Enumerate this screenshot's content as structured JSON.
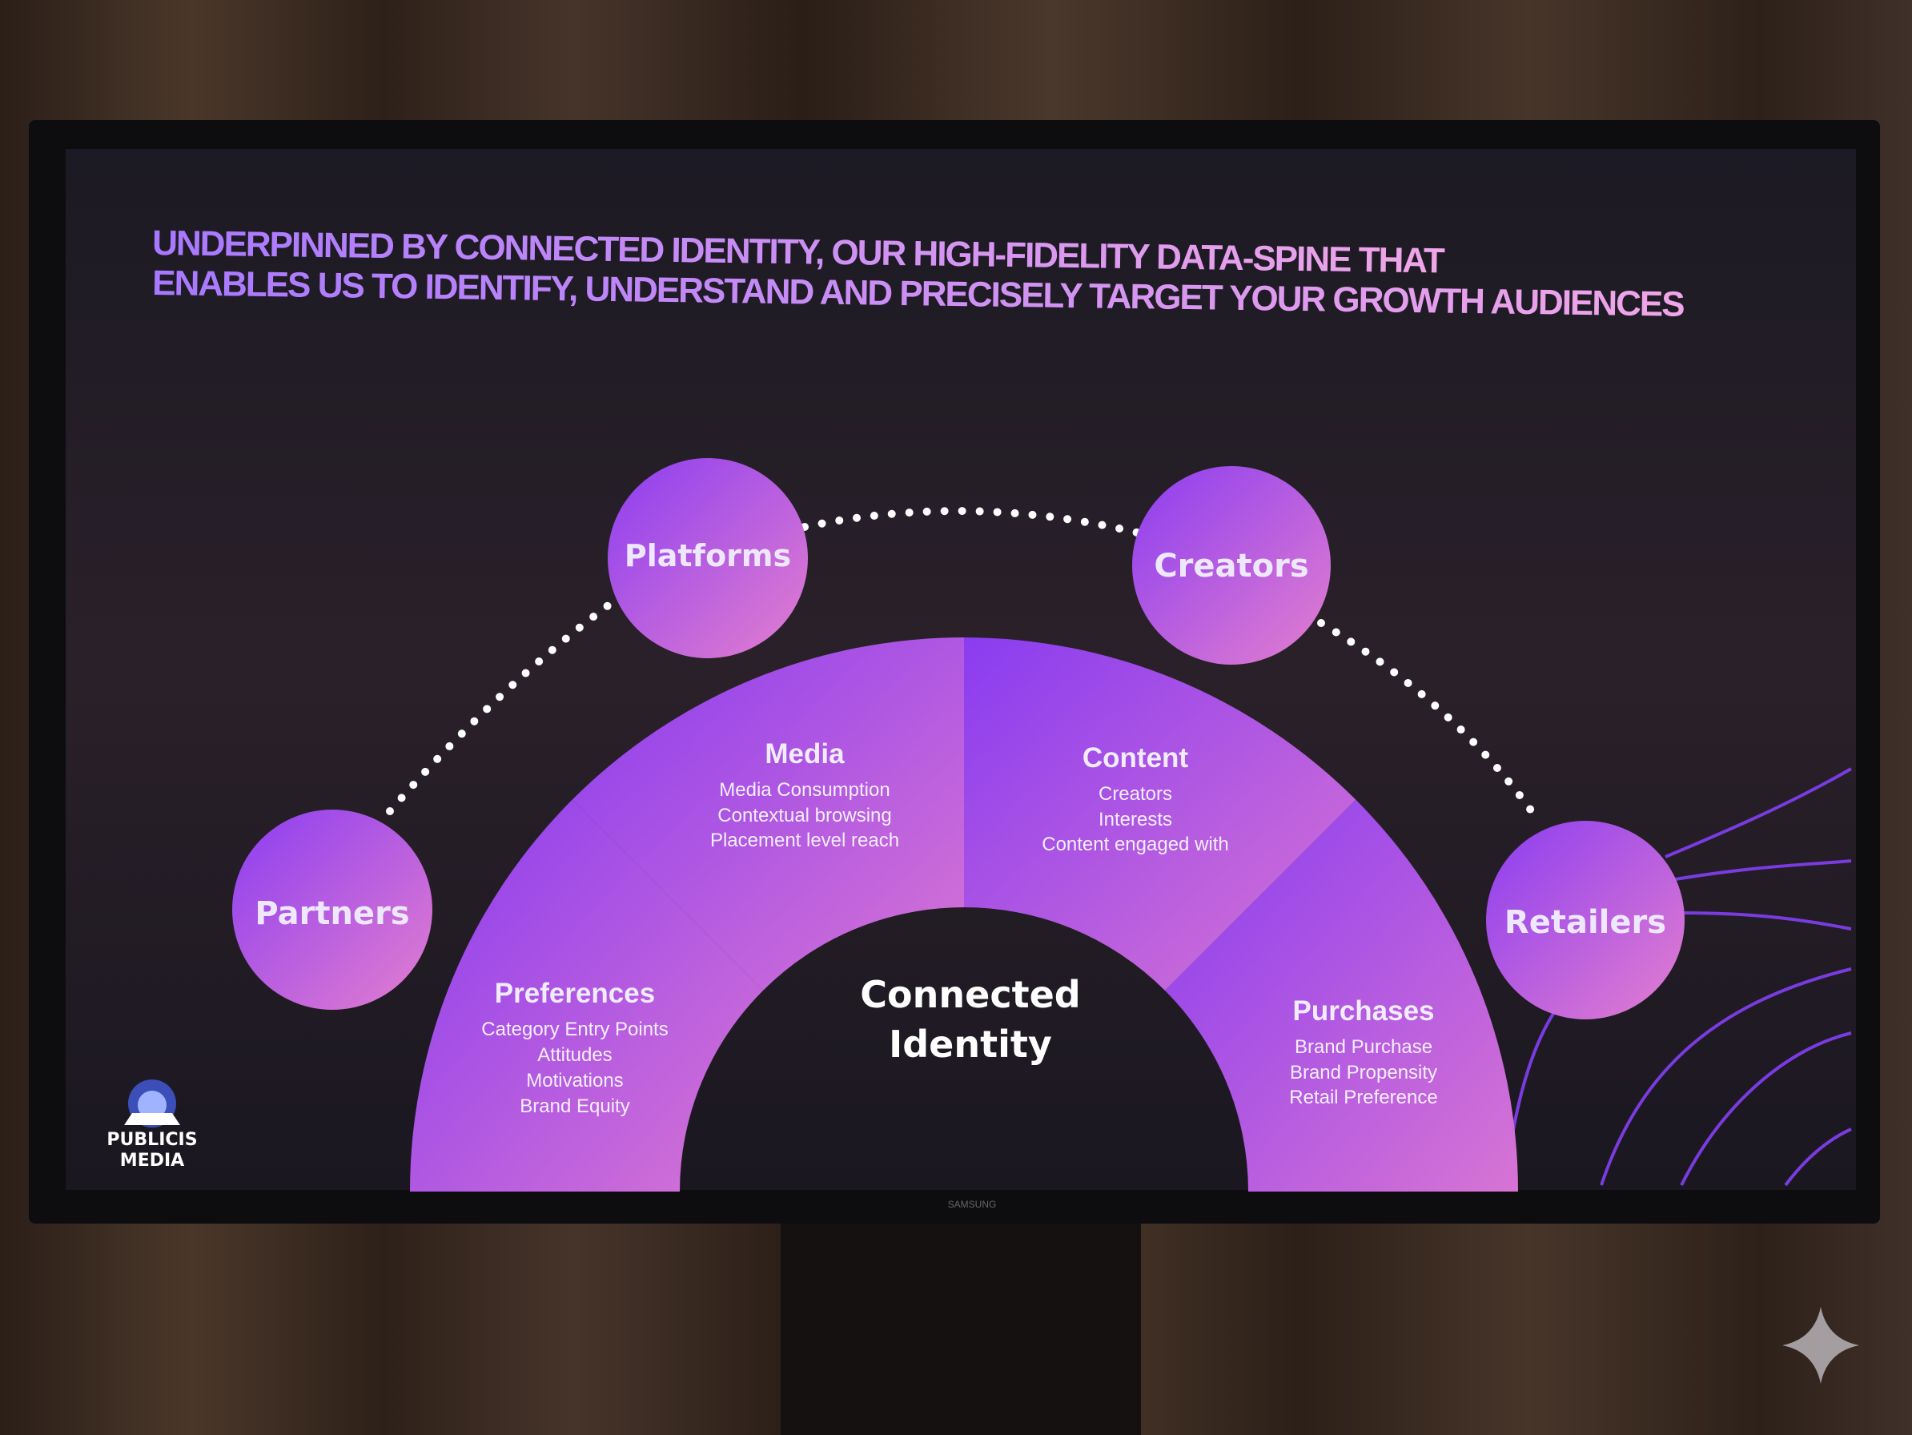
{
  "slide": {
    "title_lines": [
      "UNDERPINNED BY CONNECTED IDENTITY, OUR HIGH-FIDELITY DATA-SPINE THAT",
      "ENABLES US TO IDENTIFY, UNDERSTAND AND PRECISELY TARGET YOUR GROWTH AUDIENCES"
    ],
    "center_label": [
      "Connected",
      "Identity"
    ],
    "segments": [
      {
        "title": "Preferences",
        "items": [
          "Category Entry Points",
          "Attitudes",
          "Motivations",
          "Brand Equity"
        ]
      },
      {
        "title": "Media",
        "items": [
          "Media Consumption",
          "Contextual browsing",
          "Placement level reach"
        ]
      },
      {
        "title": "Content",
        "items": [
          "Creators",
          "Interests",
          "Content engaged with"
        ]
      },
      {
        "title": "Purchases",
        "items": [
          "Brand Purchase",
          "Brand Propensity",
          "Retail Preference"
        ]
      }
    ],
    "nodes": [
      "Partners",
      "Platforms",
      "Creators",
      "Retailers"
    ],
    "logo": [
      "PUBLICIS",
      "MEDIA"
    ],
    "tv_brand": "SAMSUNG"
  },
  "colors": {
    "violet": "#8a3cf0",
    "pink": "#d46fd6",
    "screen_bg": "#1f1a26",
    "curtain": "#3a2a20"
  }
}
